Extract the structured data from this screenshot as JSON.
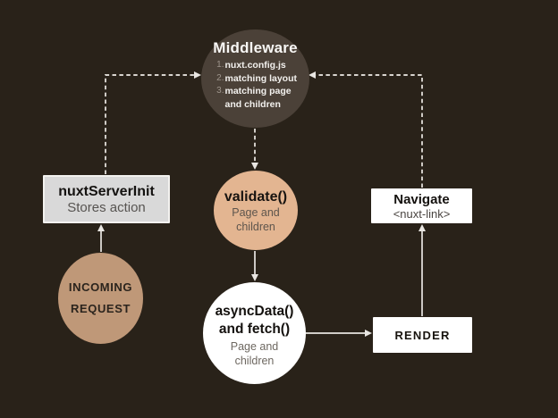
{
  "canvas": {
    "background": "#292219"
  },
  "nodes": {
    "middleware": {
      "title": "Middleware",
      "steps": [
        {
          "num": "1.",
          "label": "nuxt.config.js"
        },
        {
          "num": "2.",
          "label": "matching layout"
        },
        {
          "num": "3.",
          "label": "matching page and children"
        }
      ],
      "fill": "#4b4138"
    },
    "nuxt_server_init": {
      "title": "nuxtServerInit",
      "subtitle": "Stores action",
      "fill": "#d9d9d9"
    },
    "validate": {
      "title": "validate()",
      "subtitle": "Page and children",
      "fill": "#e3b591"
    },
    "navigate": {
      "title": "Navigate",
      "subtitle": "<nuxt-link>",
      "fill": "#ffffff"
    },
    "incoming_request": {
      "title": "INCOMING REQUEST",
      "fill": "#bf9878"
    },
    "async_data": {
      "title": "asyncData() and fetch()",
      "subtitle": "Page and children",
      "fill": "#ffffff"
    },
    "render": {
      "title": "RENDER",
      "fill": "#ffffff"
    }
  },
  "edges": [
    {
      "from": "nuxt_server_init",
      "to": "middleware",
      "style": "dashed"
    },
    {
      "from": "navigate",
      "to": "middleware",
      "style": "dashed"
    },
    {
      "from": "middleware",
      "to": "validate",
      "style": "dashed"
    },
    {
      "from": "incoming_request",
      "to": "nuxt_server_init",
      "style": "solid"
    },
    {
      "from": "validate",
      "to": "async_data",
      "style": "solid"
    },
    {
      "from": "async_data",
      "to": "render",
      "style": "solid"
    },
    {
      "from": "render",
      "to": "navigate",
      "style": "solid"
    }
  ],
  "palette": {
    "background": "#292219",
    "dark_circle": "#4b4138",
    "tan_circle": "#e3b591",
    "muted_tan_circle": "#bf9878",
    "gray_box": "#d9d9d9",
    "white_box": "#ffffff",
    "line": "#e9e6e2"
  }
}
